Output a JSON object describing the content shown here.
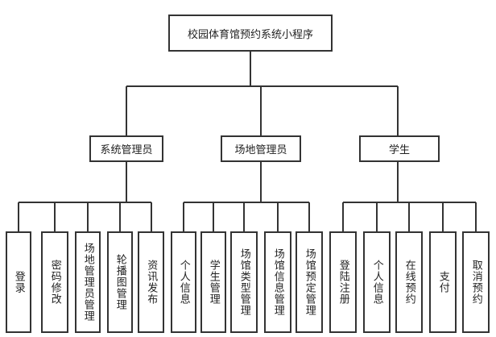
{
  "root": {
    "label": "校园体育馆预约系统小程序"
  },
  "branches": [
    {
      "label": "系统管理员",
      "children": [
        "登录",
        "密码修改",
        "场地管理员管理",
        "轮播图管理",
        "资讯发布"
      ]
    },
    {
      "label": "场地管理员",
      "children": [
        "个人信息",
        "学生管理",
        "场馆类型管理",
        "场馆信息管理",
        "场馆预定管理"
      ]
    },
    {
      "label": "学生",
      "children": [
        "登陆注册",
        "个人信息",
        "在线预约",
        "支付",
        "取消预约"
      ]
    }
  ]
}
